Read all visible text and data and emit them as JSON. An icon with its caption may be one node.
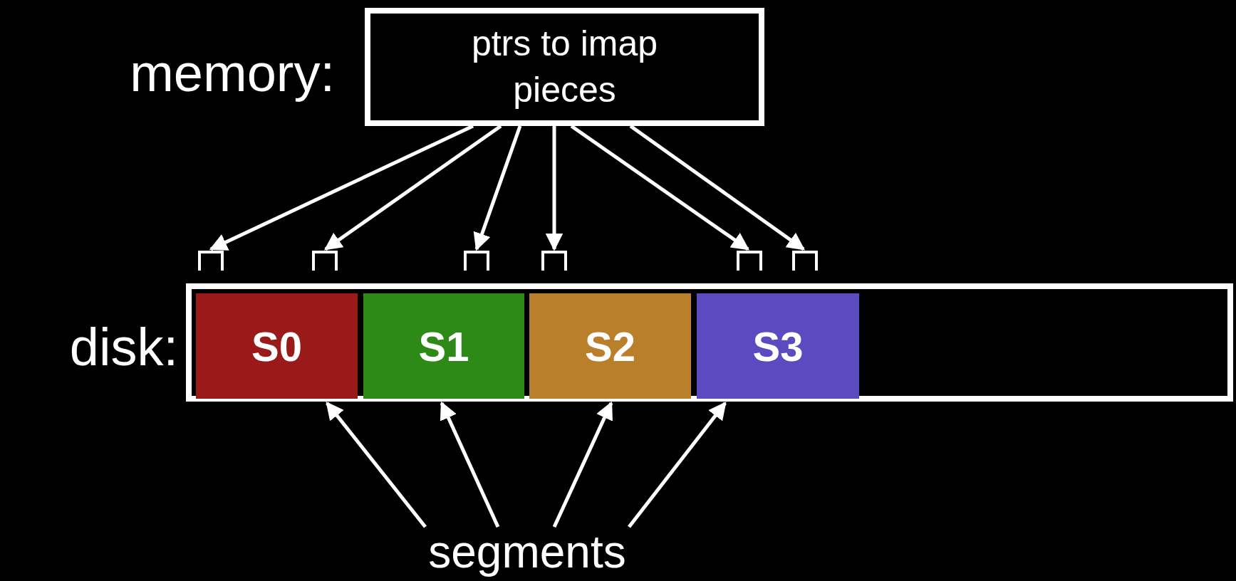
{
  "diagram": {
    "nodes": [
      {
        "text": [
          "ptrs to imap pieces"
        ],
        "beside": [
          "memory:"
        ]
      },
      {
        "text": [],
        "shape": "box"
      },
      {
        "text": [],
        "shape": "box"
      },
      {
        "text": [],
        "shape": "box"
      },
      {
        "text": [],
        "shape": "box"
      },
      {
        "text": [],
        "shape": "box"
      },
      {
        "text": [],
        "shape": "box"
      },
      {
        "text": [],
        "shape": "bar",
        "beside": [
          "disk:"
        ]
      },
      {
        "text": [
          "S0"
        ],
        "in": 7
      },
      {
        "text": [
          "S1"
        ],
        "in": 7
      },
      {
        "text": [
          "S2"
        ],
        "in": 7
      },
      {
        "text": [
          "S3"
        ],
        "in": 7
      },
      {
        "text": [
          "segments"
        ]
      }
    ],
    "edges": [
      {
        "from": 0,
        "to": 1,
        "arrow": "to"
      },
      {
        "from": 0,
        "to": 2,
        "arrow": "to"
      },
      {
        "from": 0,
        "to": 3,
        "arrow": "to"
      },
      {
        "from": 0,
        "to": 4,
        "arrow": "to"
      },
      {
        "from": 0,
        "to": 5,
        "arrow": "to"
      },
      {
        "from": 0,
        "to": 6,
        "arrow": "to"
      },
      {
        "from": 12,
        "to": 8,
        "arrow": "to"
      },
      {
        "from": 12,
        "to": 9,
        "arrow": "to"
      },
      {
        "from": 12,
        "to": 10,
        "arrow": "to"
      },
      {
        "from": 12,
        "to": 11,
        "arrow": "to"
      }
    ]
  }
}
